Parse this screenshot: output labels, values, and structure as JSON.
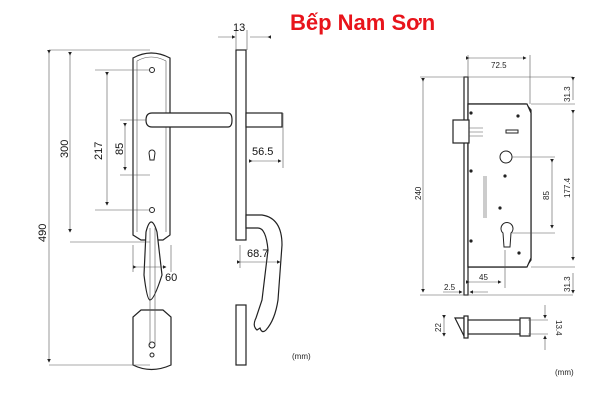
{
  "title": "Bếp Nam Sơn",
  "colors": {
    "title": "#e8141b",
    "line": "#222222"
  },
  "handle_set": {
    "dims": {
      "total_height": "490",
      "outer_holes": "300",
      "spindle_to_bottom": "217",
      "spindle_to_cylinder": "85",
      "plate_width": "60",
      "thickness": "13",
      "lever_projection": "56.5",
      "pull_projection": "68.7"
    },
    "unit": "(mm)"
  },
  "mortise_lock": {
    "dims": {
      "body_width": "72.5",
      "total_height": "240",
      "top_offset": "31.3",
      "body_height": "177.4",
      "center_distance": "85",
      "bottom_offset": "31.3",
      "backset": "45",
      "faceplate": "2.5",
      "latch_height": "22",
      "latch_throw": "13.4"
    },
    "unit": "(mm)"
  }
}
